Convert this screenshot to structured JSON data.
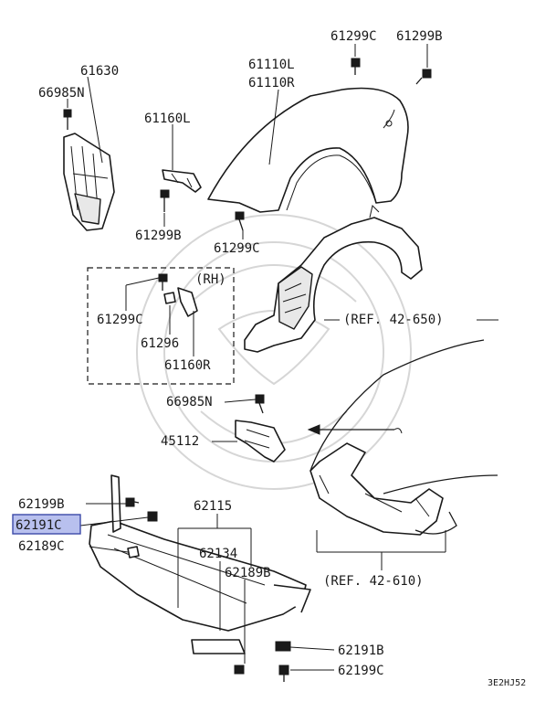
{
  "labels": {
    "p61630": "61630",
    "p66985n_a": "66985N",
    "p61160l": "61160L",
    "p61299b_a": "61299B",
    "p61110l": "61110L",
    "p61110r": "61110R",
    "p61299c_top": "61299C",
    "p61299b_top": "61299B",
    "p61299c_b": "61299C",
    "rh": "(RH)",
    "p61299c_rh": "61299C",
    "p61296": "61296",
    "p61160r": "61160R",
    "ref650": "(REF. 42-650)",
    "p66985n_b": "66985N",
    "p45112": "45112",
    "p62199b_l": "62199B",
    "p62191c": "62191C",
    "p62189c": "62189C",
    "p62115": "62115",
    "p62134": "62134",
    "p62189b": "62189B",
    "ref610": "(REF. 42-610)",
    "p62191b": "62191B",
    "p62199c": "62199C",
    "code": "3E2HJ52"
  },
  "colors": {
    "highlight_fill": "#b8c0ee",
    "highlight_stroke": "#3c4aa8",
    "ink": "#1a1a1a",
    "watermark": "#d6d6d6"
  }
}
